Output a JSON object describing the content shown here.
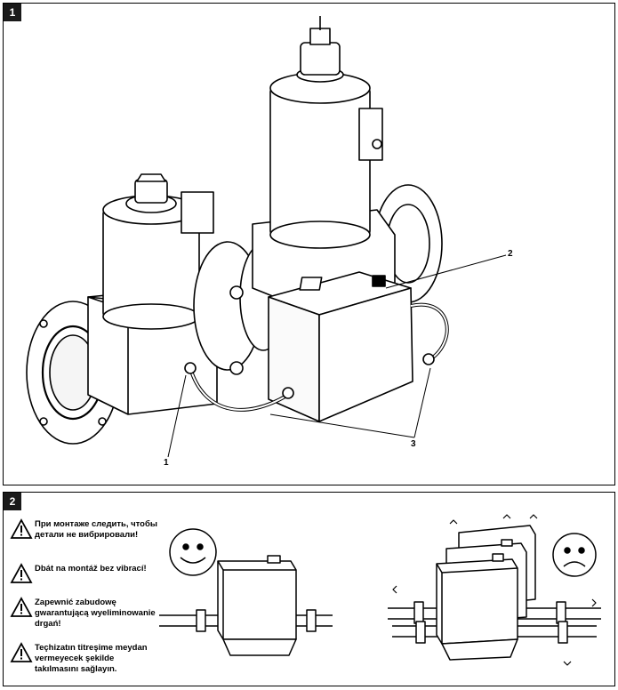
{
  "panel1": {
    "number": "1",
    "callouts": [
      {
        "label": "1"
      },
      {
        "label": "2"
      },
      {
        "label": "3"
      }
    ]
  },
  "panel2": {
    "number": "2",
    "warnings": [
      {
        "icon": "warning-triangle-icon",
        "text": "При монтаже следить, чтобы детали не вибрировали!"
      },
      {
        "icon": "warning-triangle-icon",
        "text": "Dbát na montáž bez vibrací!"
      },
      {
        "icon": "warning-triangle-icon",
        "text": "Zapewnić zabudowę gwarantującą wyeliminowanie drgań!"
      },
      {
        "icon": "warning-triangle-icon",
        "text": "Teçhizatın titreşime meydan vermeyecek şekilde takılmasını sağlayın."
      }
    ]
  }
}
